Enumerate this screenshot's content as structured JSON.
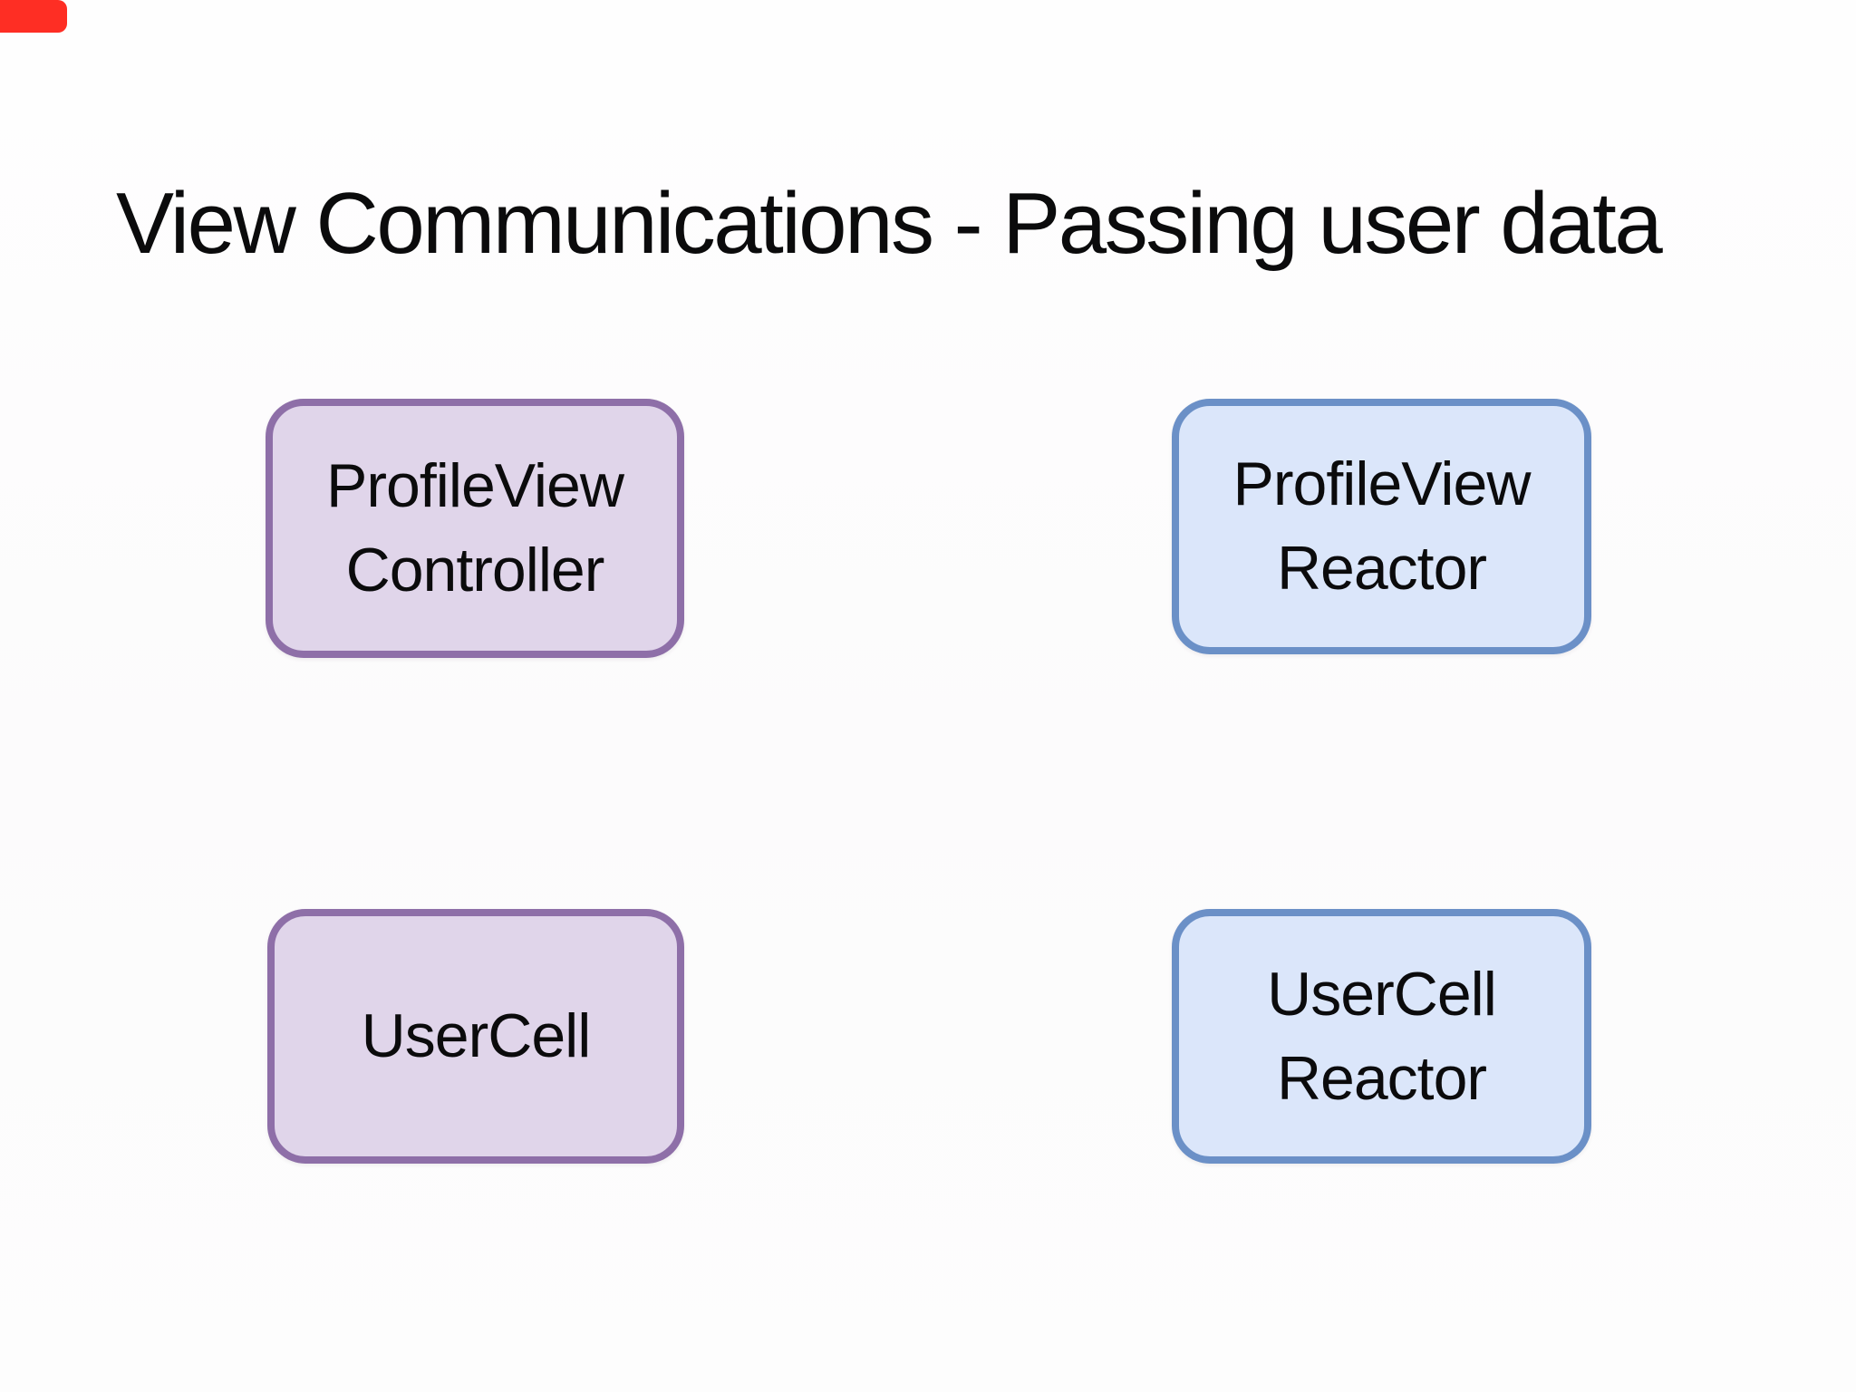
{
  "title": "View Communications - Passing user data",
  "colors": {
    "background": "#FDFCFD",
    "title_text": "#0B0B0C",
    "node_text": "#0B0B0C",
    "purple_fill": "#E0D5EA",
    "purple_border": "#8E6FA8",
    "blue_fill": "#DBE6FA",
    "blue_border": "#6B90C7",
    "record_badge": "#FE2E24"
  },
  "nodes": [
    {
      "id": "profileview-controller",
      "style": "purple",
      "line1": "ProfileView",
      "line2": "Controller"
    },
    {
      "id": "profileview-reactor",
      "style": "blue",
      "line1": "ProfileView",
      "line2": "Reactor"
    },
    {
      "id": "usercell",
      "style": "purple",
      "line1": "UserCell"
    },
    {
      "id": "usercell-reactor",
      "style": "blue",
      "line1": "UserCell",
      "line2": "Reactor"
    }
  ]
}
